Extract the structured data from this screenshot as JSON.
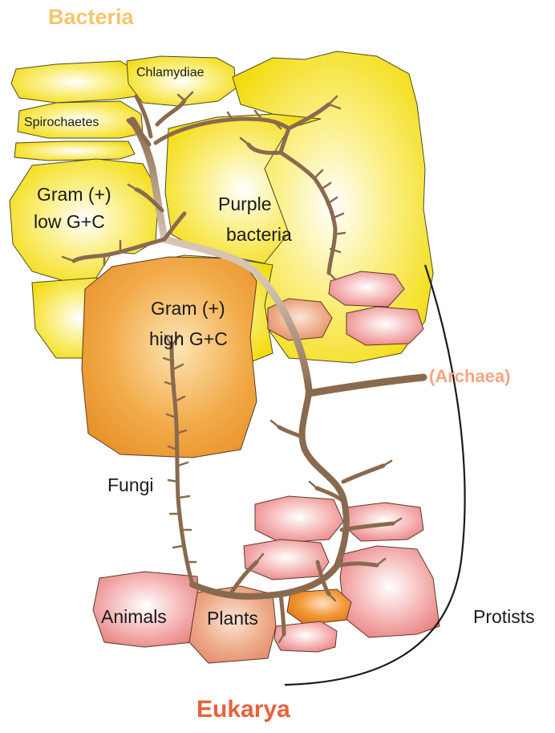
{
  "domains": {
    "bacteria": "Bacteria",
    "archaea": "(Archaea)",
    "eukarya": "Eukarya"
  },
  "groups": {
    "chlamydiae": "Chlamydiae",
    "spirochaetes": "Spirochaetes",
    "gram_low_1": "Gram (+)",
    "gram_low_2": "low G+C",
    "purple_1": "Purple",
    "purple_2": "bacteria",
    "gram_high_1": "Gram (+)",
    "gram_high_2": "high G+C",
    "fungi": "Fungi",
    "animals": "Animals",
    "plants": "Plants",
    "protists": "Protists"
  },
  "colors": {
    "bacteria_header": "#f7c46c",
    "archaea_header": "#f4a582",
    "eukarya_header": "#e8613a",
    "bacteria_fill": "#f5e21a",
    "fungi_fill": "#f0a030",
    "protist_fill": "#e87a7a",
    "tree": "#8a6a4e"
  }
}
